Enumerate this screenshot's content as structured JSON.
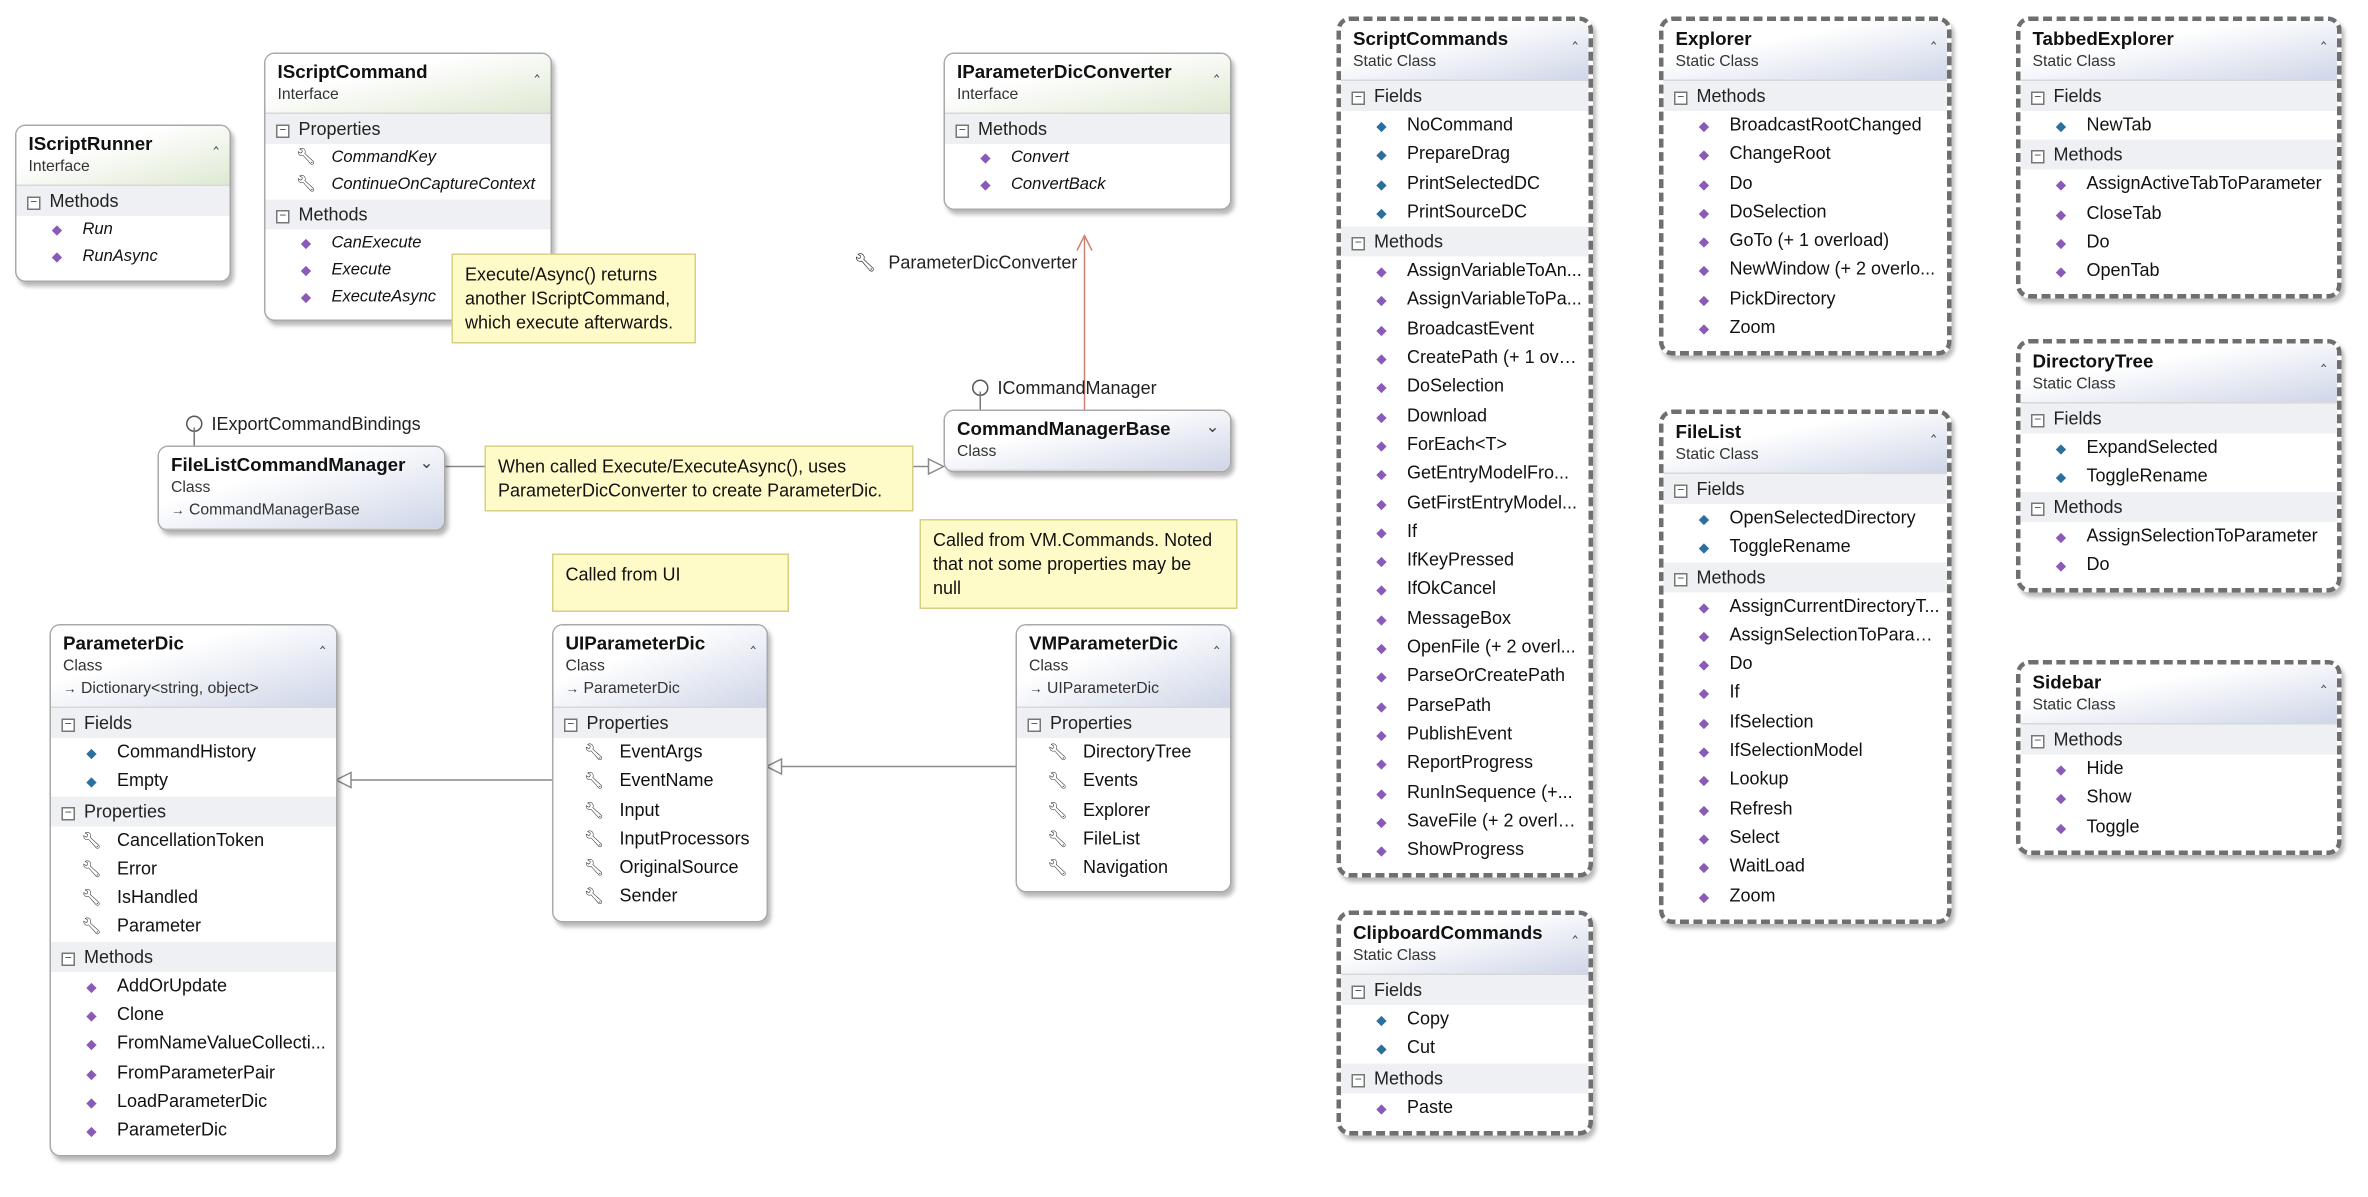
{
  "diagram": {
    "boxes": [
      {
        "key": "iscriptrunner",
        "name": "IScriptRunner",
        "stereotype": "Interface",
        "kind": "interface",
        "expanded": true,
        "sections": [
          {
            "label": "Methods",
            "items": [
              {
                "text": "Run",
                "icon": "method"
              },
              {
                "text": "RunAsync",
                "icon": "method"
              }
            ]
          }
        ]
      },
      {
        "key": "iscriptcommand",
        "name": "IScriptCommand",
        "stereotype": "Interface",
        "kind": "interface",
        "expanded": true,
        "sections": [
          {
            "label": "Properties",
            "items": [
              {
                "text": "CommandKey",
                "icon": "property"
              },
              {
                "text": "ContinueOnCaptureContext",
                "icon": "property"
              }
            ]
          },
          {
            "label": "Methods",
            "items": [
              {
                "text": "CanExecute",
                "icon": "method"
              },
              {
                "text": "Execute",
                "icon": "method"
              },
              {
                "text": "ExecuteAsync",
                "icon": "method"
              }
            ]
          }
        ]
      },
      {
        "key": "iparameterdicconverter",
        "name": "IParameterDicConverter",
        "stereotype": "Interface",
        "kind": "interface",
        "expanded": true,
        "sections": [
          {
            "label": "Methods",
            "items": [
              {
                "text": "Convert",
                "icon": "method"
              },
              {
                "text": "ConvertBack",
                "icon": "method"
              }
            ]
          }
        ]
      },
      {
        "key": "filelistcommandmanager",
        "name": "FileListCommandManager",
        "stereotype": "Class",
        "base": "CommandManagerBase",
        "kind": "class",
        "expanded": false,
        "sections": []
      },
      {
        "key": "commandmanagerbase",
        "name": "CommandManagerBase",
        "stereotype": "Class",
        "kind": "class",
        "expanded": false,
        "sections": []
      },
      {
        "key": "parameterdic",
        "name": "ParameterDic",
        "stereotype": "Class",
        "base": "Dictionary<string, object>",
        "kind": "class",
        "expanded": true,
        "sections": [
          {
            "label": "Fields",
            "items": [
              {
                "text": "CommandHistory",
                "icon": "field"
              },
              {
                "text": "Empty",
                "icon": "field"
              }
            ]
          },
          {
            "label": "Properties",
            "items": [
              {
                "text": "CancellationToken",
                "icon": "property"
              },
              {
                "text": "Error",
                "icon": "property"
              },
              {
                "text": "IsHandled",
                "icon": "property"
              },
              {
                "text": "Parameter",
                "icon": "property"
              }
            ]
          },
          {
            "label": "Methods",
            "items": [
              {
                "text": "AddOrUpdate",
                "icon": "method"
              },
              {
                "text": "Clone",
                "icon": "method"
              },
              {
                "text": "FromNameValueCollecti...",
                "icon": "method"
              },
              {
                "text": "FromParameterPair",
                "icon": "method"
              },
              {
                "text": "LoadParameterDic",
                "icon": "method"
              },
              {
                "text": "ParameterDic",
                "icon": "method"
              }
            ]
          }
        ]
      },
      {
        "key": "uiparameterdic",
        "name": "UIParameterDic",
        "stereotype": "Class",
        "base": "ParameterDic",
        "kind": "class",
        "expanded": true,
        "sections": [
          {
            "label": "Properties",
            "items": [
              {
                "text": "EventArgs",
                "icon": "property"
              },
              {
                "text": "EventName",
                "icon": "property"
              },
              {
                "text": "Input",
                "icon": "property"
              },
              {
                "text": "InputProcessors",
                "icon": "property"
              },
              {
                "text": "OriginalSource",
                "icon": "property"
              },
              {
                "text": "Sender",
                "icon": "property"
              }
            ]
          }
        ]
      },
      {
        "key": "vmparameterdic",
        "name": "VMParameterDic",
        "stereotype": "Class",
        "base": "UIParameterDic",
        "kind": "class",
        "expanded": true,
        "sections": [
          {
            "label": "Properties",
            "items": [
              {
                "text": "DirectoryTree",
                "icon": "property"
              },
              {
                "text": "Events",
                "icon": "property"
              },
              {
                "text": "Explorer",
                "icon": "property"
              },
              {
                "text": "FileList",
                "icon": "property"
              },
              {
                "text": "Navigation",
                "icon": "property"
              }
            ]
          }
        ]
      },
      {
        "key": "scriptcommands",
        "name": "ScriptCommands",
        "stereotype": "Static Class",
        "kind": "static",
        "expanded": true,
        "sections": [
          {
            "label": "Fields",
            "items": [
              {
                "text": "NoCommand",
                "icon": "field"
              },
              {
                "text": "PrepareDrag",
                "icon": "field"
              },
              {
                "text": "PrintSelectedDC",
                "icon": "field"
              },
              {
                "text": "PrintSourceDC",
                "icon": "field"
              }
            ]
          },
          {
            "label": "Methods",
            "items": [
              {
                "text": "AssignVariableToAn...",
                "icon": "method"
              },
              {
                "text": "AssignVariableToPa...",
                "icon": "method"
              },
              {
                "text": "BroadcastEvent",
                "icon": "method"
              },
              {
                "text": "CreatePath (+ 1 overl...",
                "icon": "method"
              },
              {
                "text": "DoSelection",
                "icon": "method"
              },
              {
                "text": "Download",
                "icon": "method"
              },
              {
                "text": "ForEach<T>",
                "icon": "method"
              },
              {
                "text": "GetEntryModelFro...",
                "icon": "method"
              },
              {
                "text": "GetFirstEntryModel...",
                "icon": "method"
              },
              {
                "text": "If",
                "icon": "method"
              },
              {
                "text": "IfKeyPressed",
                "icon": "method"
              },
              {
                "text": "IfOkCancel",
                "icon": "method"
              },
              {
                "text": "MessageBox",
                "icon": "method"
              },
              {
                "text": "OpenFile (+ 2 overl...",
                "icon": "method"
              },
              {
                "text": "ParseOrCreatePath",
                "icon": "method"
              },
              {
                "text": "ParsePath",
                "icon": "method"
              },
              {
                "text": "PublishEvent",
                "icon": "method"
              },
              {
                "text": "ReportProgress",
                "icon": "method"
              },
              {
                "text": "RunInSequence (+...",
                "icon": "method"
              },
              {
                "text": "SaveFile (+ 2 overlo...",
                "icon": "method"
              },
              {
                "text": "ShowProgress",
                "icon": "method"
              }
            ]
          }
        ]
      },
      {
        "key": "clipboardcommands",
        "name": "ClipboardCommands",
        "stereotype": "Static Class",
        "kind": "static",
        "expanded": true,
        "sections": [
          {
            "label": "Fields",
            "items": [
              {
                "text": "Copy",
                "icon": "field"
              },
              {
                "text": "Cut",
                "icon": "field"
              }
            ]
          },
          {
            "label": "Methods",
            "items": [
              {
                "text": "Paste",
                "icon": "method"
              }
            ]
          }
        ]
      },
      {
        "key": "explorer",
        "name": "Explorer",
        "stereotype": "Static Class",
        "kind": "static",
        "expanded": true,
        "sections": [
          {
            "label": "Methods",
            "items": [
              {
                "text": "BroadcastRootChanged",
                "icon": "method"
              },
              {
                "text": "ChangeRoot",
                "icon": "method"
              },
              {
                "text": "Do",
                "icon": "method"
              },
              {
                "text": "DoSelection",
                "icon": "method"
              },
              {
                "text": "GoTo (+ 1 overload)",
                "icon": "method"
              },
              {
                "text": "NewWindow (+ 2 overlo...",
                "icon": "method"
              },
              {
                "text": "PickDirectory",
                "icon": "method"
              },
              {
                "text": "Zoom",
                "icon": "method"
              }
            ]
          }
        ]
      },
      {
        "key": "filelist",
        "name": "FileList",
        "stereotype": "Static Class",
        "kind": "static",
        "expanded": true,
        "sections": [
          {
            "label": "Fields",
            "items": [
              {
                "text": "OpenSelectedDirectory",
                "icon": "field"
              },
              {
                "text": "ToggleRename",
                "icon": "field"
              }
            ]
          },
          {
            "label": "Methods",
            "items": [
              {
                "text": "AssignCurrentDirectoryT...",
                "icon": "method"
              },
              {
                "text": "AssignSelectionToParam...",
                "icon": "method"
              },
              {
                "text": "Do",
                "icon": "method"
              },
              {
                "text": "If",
                "icon": "method"
              },
              {
                "text": "IfSelection",
                "icon": "method"
              },
              {
                "text": "IfSelectionModel",
                "icon": "method"
              },
              {
                "text": "Lookup",
                "icon": "method"
              },
              {
                "text": "Refresh",
                "icon": "method"
              },
              {
                "text": "Select",
                "icon": "method"
              },
              {
                "text": "WaitLoad",
                "icon": "method"
              },
              {
                "text": "Zoom",
                "icon": "method"
              }
            ]
          }
        ]
      },
      {
        "key": "tabbedexplorer",
        "name": "TabbedExplorer",
        "stereotype": "Static Class",
        "kind": "static",
        "expanded": true,
        "sections": [
          {
            "label": "Fields",
            "items": [
              {
                "text": "NewTab",
                "icon": "field"
              }
            ]
          },
          {
            "label": "Methods",
            "items": [
              {
                "text": "AssignActiveTabToParameter",
                "icon": "method"
              },
              {
                "text": "CloseTab",
                "icon": "method"
              },
              {
                "text": "Do",
                "icon": "method"
              },
              {
                "text": "OpenTab",
                "icon": "method"
              }
            ]
          }
        ]
      },
      {
        "key": "directorytree",
        "name": "DirectoryTree",
        "stereotype": "Static Class",
        "kind": "static",
        "expanded": true,
        "sections": [
          {
            "label": "Fields",
            "items": [
              {
                "text": "ExpandSelected",
                "icon": "field"
              },
              {
                "text": "ToggleRename",
                "icon": "field"
              }
            ]
          },
          {
            "label": "Methods",
            "items": [
              {
                "text": "AssignSelectionToParameter",
                "icon": "method"
              },
              {
                "text": "Do",
                "icon": "method"
              }
            ]
          }
        ]
      },
      {
        "key": "sidebar",
        "name": "Sidebar",
        "stereotype": "Static Class",
        "kind": "static",
        "expanded": true,
        "sections": [
          {
            "label": "Methods",
            "items": [
              {
                "text": "Hide",
                "icon": "method"
              },
              {
                "text": "Show",
                "icon": "method"
              },
              {
                "text": "Toggle",
                "icon": "method"
              }
            ]
          }
        ]
      }
    ],
    "notes": {
      "execute_note": "Execute/Async() returns another IScriptCommand, which execute afterwards.",
      "execute_call_note": "When called Execute/ExecuteAsync(), uses ParameterDicConverter to create ParameterDic.",
      "ui_note": "Called from UI",
      "vm_note": "Called from VM.Commands.  Noted that not some properties may be null"
    },
    "labels": {
      "converter_assoc": "ParameterDicConverter",
      "lollipop_export": "IExportCommandBindings",
      "lollipop_command_manager": "ICommandManager"
    },
    "colors": {
      "interface_header": "#dfe9d2",
      "class_header": "#cfd6e8",
      "note_fill": "#fffbc8",
      "association_line": "#d08070",
      "method_icon": "#8a5ab8",
      "field_icon": "#2b6f9e"
    }
  }
}
